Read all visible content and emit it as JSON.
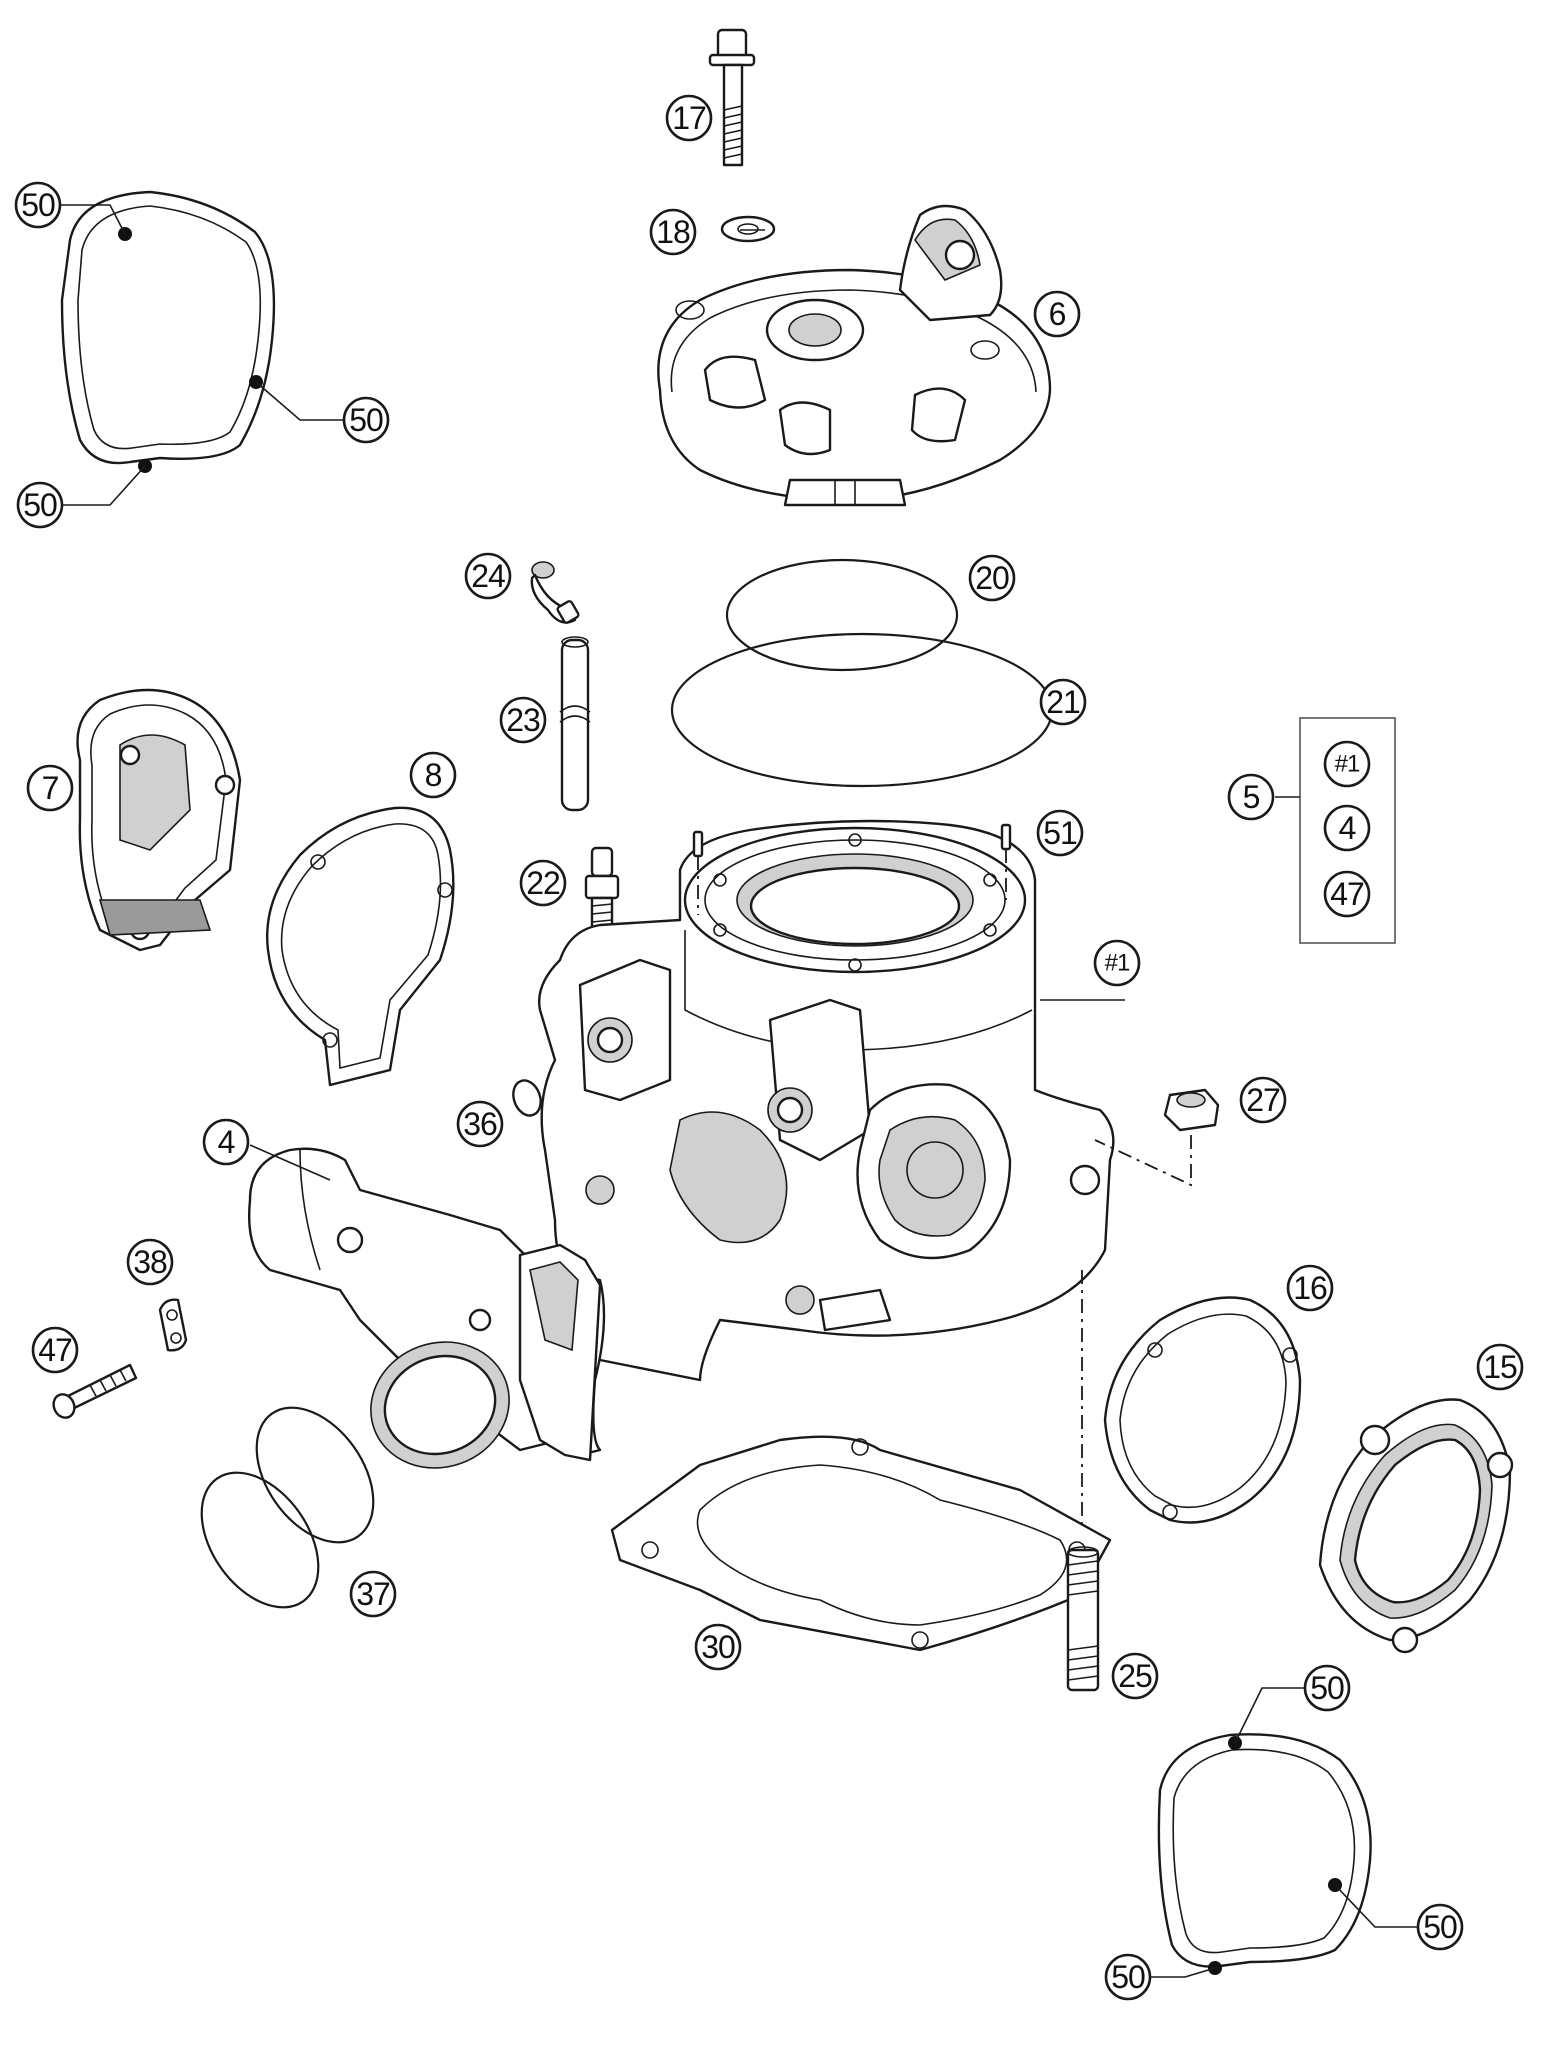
{
  "diagram": {
    "callouts": {
      "c50a": "50",
      "c50b": "50",
      "c50c": "50",
      "c50d": "50",
      "c50e": "50",
      "c50f": "50",
      "c17": "17",
      "c18": "18",
      "c6": "6",
      "c24": "24",
      "c20": "20",
      "c21": "21",
      "c23": "23",
      "c7": "7",
      "c8": "8",
      "c5": "5",
      "k1": "#1",
      "k4": "4",
      "k47": "47",
      "c22": "22",
      "c51": "51",
      "c1": "#1",
      "c36": "36",
      "c27": "27",
      "c4": "4",
      "c38": "38",
      "c47": "47",
      "c16": "16",
      "c15": "15",
      "c37": "37",
      "c30": "30",
      "c25": "25"
    }
  }
}
